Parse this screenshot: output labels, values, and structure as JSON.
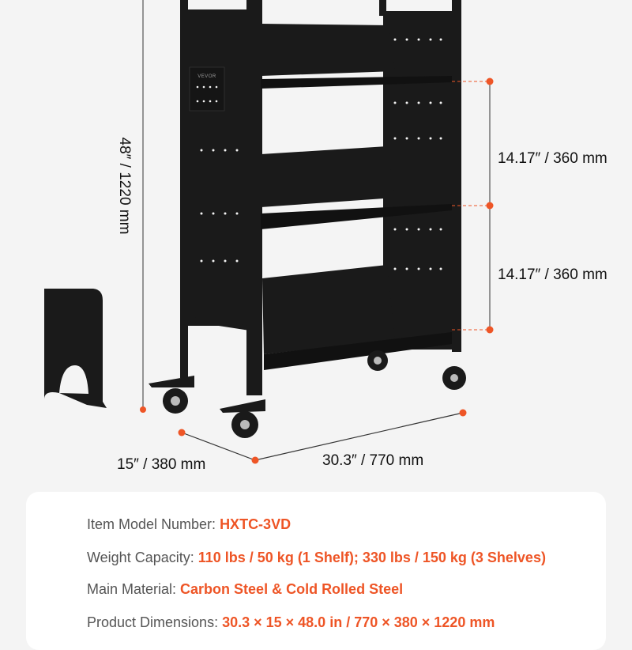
{
  "brand_mark": "VEVOR",
  "dimensions": {
    "height": "48″ / 1220 mm",
    "shelf_gap_1": "14.17″ / 360 mm",
    "shelf_gap_2": "14.17″ / 360 mm",
    "depth": "15″ / 380 mm",
    "width": "30.3″ / 770 mm"
  },
  "colors": {
    "accent": "#ee5526",
    "background": "#f4f4f4",
    "product": "#1a1a1a"
  },
  "specs": [
    {
      "label": "Item Model Number: ",
      "value": "HXTC-3VD"
    },
    {
      "label": "Weight Capacity: ",
      "value": "110 lbs / 50 kg (1 Shelf); 330 lbs / 150 kg (3 Shelves)"
    },
    {
      "label": "Main Material: ",
      "value": "Carbon Steel & Cold Rolled Steel"
    },
    {
      "label": "Product Dimensions: ",
      "value": "30.3 × 15 × 48.0 in / 770 × 380 × 1220 mm"
    }
  ]
}
